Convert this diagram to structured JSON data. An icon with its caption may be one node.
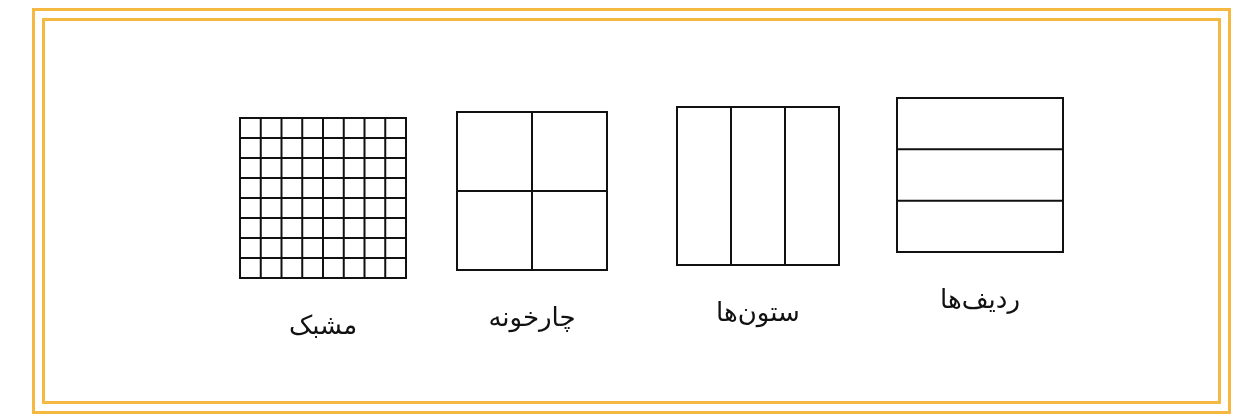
{
  "diagram": {
    "nodes": [
      {
        "text": [
          "ردیف‌ها"
        ]
      },
      {
        "text": [
          "ستون‌ها"
        ]
      },
      {
        "text": [
          "چارخونه"
        ]
      },
      {
        "text": [
          "مشبک"
        ]
      }
    ]
  }
}
